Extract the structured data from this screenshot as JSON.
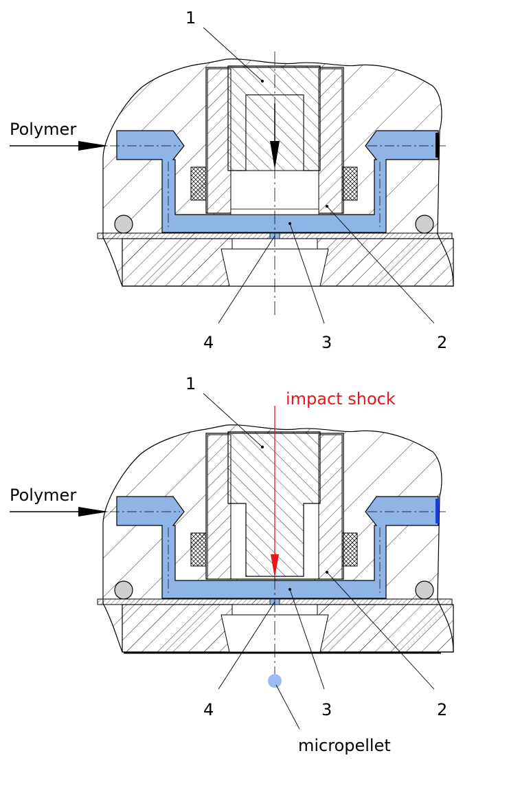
{
  "top_figure": {
    "input_label": "Polymer",
    "callouts": {
      "c1": "1",
      "c2": "2",
      "c3": "3",
      "c4": "4"
    }
  },
  "bottom_figure": {
    "input_label": "Polymer",
    "shock_label": "impact shock",
    "output_label": "micropellet",
    "callouts": {
      "c1": "1",
      "c2": "2",
      "c3": "3",
      "c4": "4"
    }
  },
  "colors": {
    "polymer": "#8fb4e6",
    "shock": "#e8141a",
    "pellet": "#9cbdf0"
  }
}
